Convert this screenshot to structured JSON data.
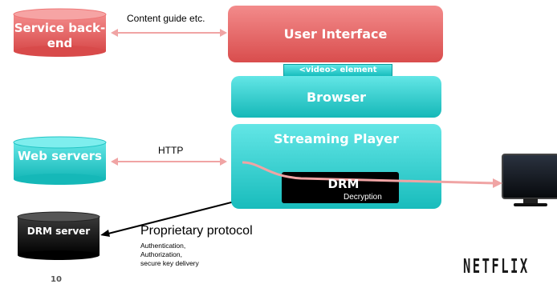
{
  "nodes": {
    "service_backend": "Service back-end",
    "user_interface": "User Interface",
    "video_element": "<video> element",
    "browser": "Browser",
    "streaming_player": "Streaming Player",
    "drm": "DRM",
    "drm_sub": "Decryption",
    "web_servers": "Web servers",
    "drm_server": "DRM server"
  },
  "edges": {
    "content_guide": "Content guide etc.",
    "http": "HTTP",
    "proprietary_protocol": "Proprietary protocol",
    "protocol_details": "Authentication,\nAuthorization,\nsecure key delivery"
  },
  "footer": {
    "page_number": "10",
    "logo_text": "NETFLIX"
  },
  "colors": {
    "red": "#e05a5a",
    "teal": "#1fc6c6",
    "arrow_pink": "#f0a4a4",
    "black": "#000000"
  }
}
